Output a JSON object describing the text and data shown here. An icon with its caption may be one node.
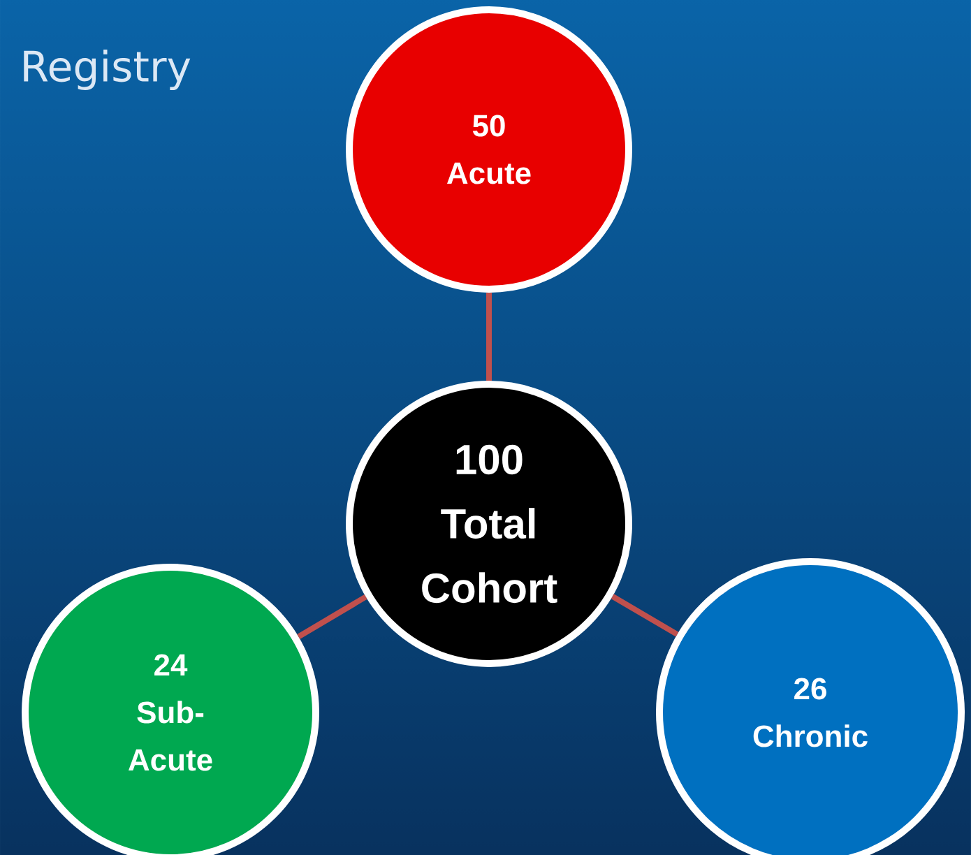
{
  "diagram": {
    "title": "Registry",
    "nodes": [
      {
        "text": [
          "50",
          "Acute"
        ]
      },
      {
        "text": [
          "100",
          "Total Cohort"
        ]
      },
      {
        "text": [
          "24",
          "Sub-Acute"
        ]
      },
      {
        "text": [
          "26",
          "Chronic"
        ]
      }
    ],
    "edges": [
      {
        "from": 1,
        "to": 0,
        "arrow": "none"
      },
      {
        "from": 1,
        "to": 2,
        "arrow": "none"
      },
      {
        "from": 1,
        "to": 3,
        "arrow": "none"
      }
    ]
  }
}
